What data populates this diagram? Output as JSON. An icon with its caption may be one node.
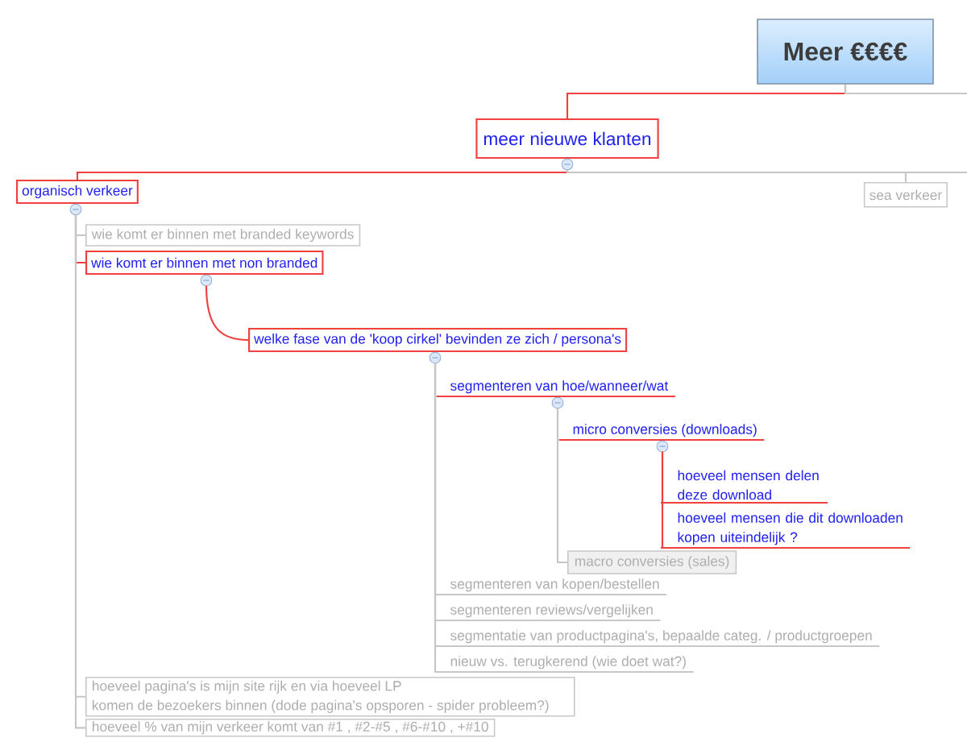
{
  "diagram": {
    "nodes": [
      {
        "text": [
          "Meer €€€€"
        ]
      },
      {
        "text": [
          "meer nieuwe klanten"
        ]
      },
      {
        "text": [
          "organisch verkeer"
        ]
      },
      {
        "text": [
          "sea verkeer"
        ]
      },
      {
        "text": [
          "wie komt er binnen met branded keywords"
        ]
      },
      {
        "text": [
          "wie komt er binnen met non branded"
        ]
      },
      {
        "text": [
          "welke fase van de 'koop cirkel' bevinden ze zich / persona's"
        ]
      },
      {
        "text": [
          "segmenteren van hoe/wanneer/wat"
        ]
      },
      {
        "text": [
          "micro conversies (downloads)"
        ]
      },
      {
        "text": [
          "hoeveel mensen delen deze download"
        ]
      },
      {
        "text": [
          "hoeveel mensen die dit downloaden kopen uiteindelijk ?"
        ]
      },
      {
        "text": [
          "macro conversies (sales)"
        ]
      },
      {
        "text": [
          "segmenteren van kopen/bestellen"
        ]
      },
      {
        "text": [
          "segmenteren reviews/vergelijken"
        ]
      },
      {
        "text": [
          "segmentatie van productpagina's, bepaalde categ. / productgroepen"
        ]
      },
      {
        "text": [
          "nieuw vs. terugkerend (wie doet wat?)"
        ]
      },
      {
        "text": [
          "hoeveel pagina's is mijn site rijk en via hoeveel LP komen de bezoekers binnen (dode pagina's opsporen - spider probleem?)"
        ]
      },
      {
        "text": [
          "hoeveel % van mijn verkeer komt van #1 , #2-#5 , #6-#10 , +#10"
        ]
      }
    ],
    "edges": [
      {
        "from": 0,
        "to": 1,
        "arrow": "none",
        "color": "#f04040"
      },
      {
        "from": 0,
        "to": null,
        "arrow": "none"
      },
      {
        "from": 1,
        "to": 2,
        "arrow": "none",
        "color": "#f04040"
      },
      {
        "from": 1,
        "to": 3,
        "arrow": "none"
      },
      {
        "from": 1,
        "to": null,
        "arrow": "none"
      },
      {
        "from": 2,
        "to": 4,
        "arrow": "none"
      },
      {
        "from": 2,
        "to": 5,
        "arrow": "none",
        "color": "#f04040"
      },
      {
        "from": 5,
        "to": 6,
        "arrow": "none",
        "color": "#f04040"
      },
      {
        "from": 6,
        "to": 7,
        "arrow": "none"
      },
      {
        "from": 7,
        "to": 8,
        "arrow": "none"
      },
      {
        "from": 8,
        "to": 9,
        "arrow": "none",
        "color": "#f04040"
      },
      {
        "from": 8,
        "to": 10,
        "arrow": "none",
        "color": "#f04040"
      },
      {
        "from": 7,
        "to": 11,
        "arrow": "none"
      },
      {
        "from": 6,
        "to": 12,
        "arrow": "none"
      },
      {
        "from": 6,
        "to": 13,
        "arrow": "none"
      },
      {
        "from": 6,
        "to": 14,
        "arrow": "none"
      },
      {
        "from": 6,
        "to": 15,
        "arrow": "none"
      },
      {
        "from": 2,
        "to": 16,
        "arrow": "none"
      },
      {
        "from": 2,
        "to": 17,
        "arrow": "none"
      }
    ]
  }
}
